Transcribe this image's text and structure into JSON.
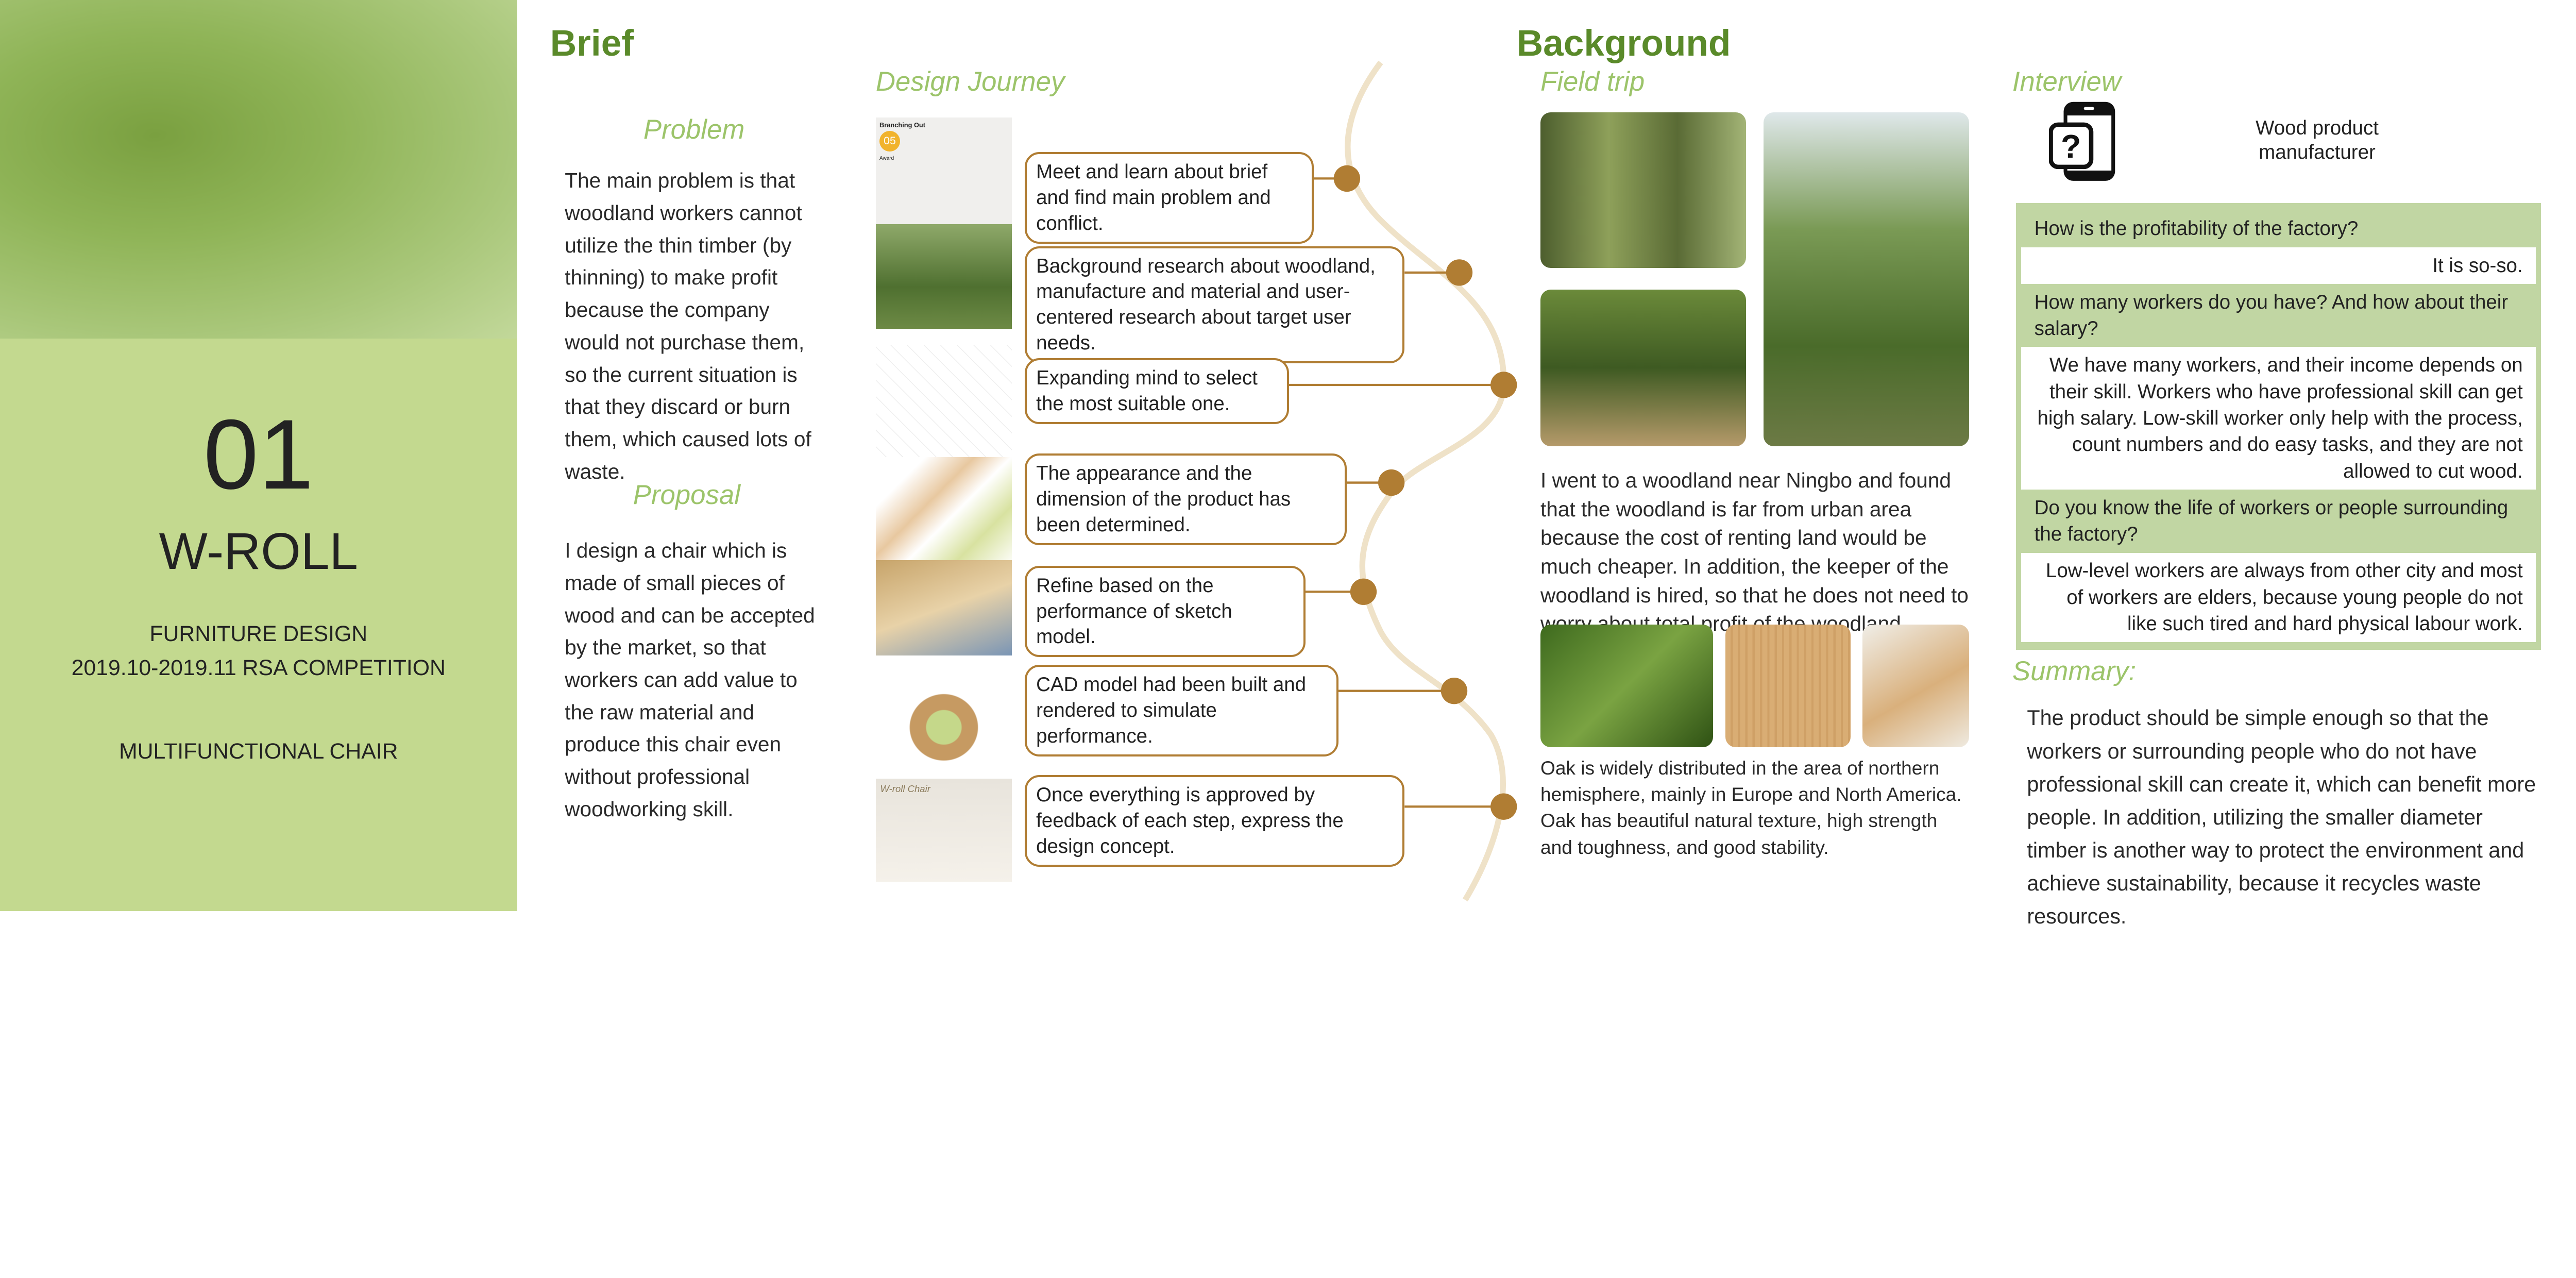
{
  "cover": {
    "number": "01",
    "title": "W-ROLL",
    "category": "FURNITURE DESIGN",
    "dates": "2019.10-2019.11 RSA COMPETITION",
    "subtitle": "MULTIFUNCTIONAL CHAIR"
  },
  "brief": {
    "title": "Brief",
    "problem_heading": "Problem",
    "problem_text": "The main problem is that woodland workers cannot utilize the thin timber (by thinning) to make profit because the company would not purchase them, so the current situation is that they discard or burn them, which caused lots of waste.",
    "proposal_heading": "Proposal",
    "proposal_text": "I design a chair which is made of small pieces of wood and can be accepted by the market, so that workers can add value to the raw material and produce this chair even without professional woodworking skill."
  },
  "journey": {
    "title": "Design Journey",
    "steps": [
      {
        "text": "Meet and learn about brief and find main problem and conflict."
      },
      {
        "text": "Background research about woodland, manufacture and material and user-centered research about target user needs."
      },
      {
        "text": "Expanding mind to select the most suitable one."
      },
      {
        "text": "The appearance and the dimension of the product has been determined."
      },
      {
        "text": "Refine based on the performance of sketch model."
      },
      {
        "text": "CAD model had been built and rendered to simulate performance."
      },
      {
        "text": "Once everything is approved by feedback of each step, express the design concept."
      }
    ],
    "thumb1": {
      "title": "Branching Out",
      "badge": "05",
      "label": "Award"
    },
    "thumb7": {
      "title": "W-roll Chair"
    }
  },
  "background": {
    "title": "Background",
    "field_trip_heading": "Field trip",
    "field_trip_text": "I went to a woodland near Ningbo and found that the woodland is far from urban area because the cost of renting land would be much cheaper. In addition, the keeper of the woodland is hired, so that he does not need to worry about total profit of the woodland.",
    "oak_text": "Oak is widely distributed in the area of northern hemisphere, mainly in Europe and North America. Oak has beautiful natural texture, high strength and toughness, and good stability."
  },
  "interview": {
    "heading": "Interview",
    "interviewee": "Wood product manufacturer",
    "qa": [
      {
        "q": "How is the profitability of the factory?",
        "a": "It is so-so."
      },
      {
        "q": "How many workers do you have? And how about their salary?",
        "a": "We have many workers, and their income depends on their skill. Workers who have professional skill can get high salary. Low-skill worker only help with the process, count numbers and do easy tasks, and they are not allowed to cut wood."
      },
      {
        "q": "Do you know the life of workers or people surrounding the factory?",
        "a": "Low-level workers are always from other city and most of workers are elders, because young people do not like such tired and hard physical labour work."
      }
    ]
  },
  "summary": {
    "heading": "Summary:",
    "text": "The product should be simple enough so that the workers or surrounding people who do not have professional skill can create it, which can benefit more people. In addition, utilizing the smaller diameter timber is another way to protect the environment and achieve sustainability, because it recycles waste resources."
  },
  "colors": {
    "accent_green": "#5a8a2a",
    "light_green": "#9cc46a",
    "panel_green": "#c3d98f",
    "timeline_brown": "#b07d33",
    "timeline_curve": "#efe2c8",
    "table_green": "#c1d6a3"
  }
}
